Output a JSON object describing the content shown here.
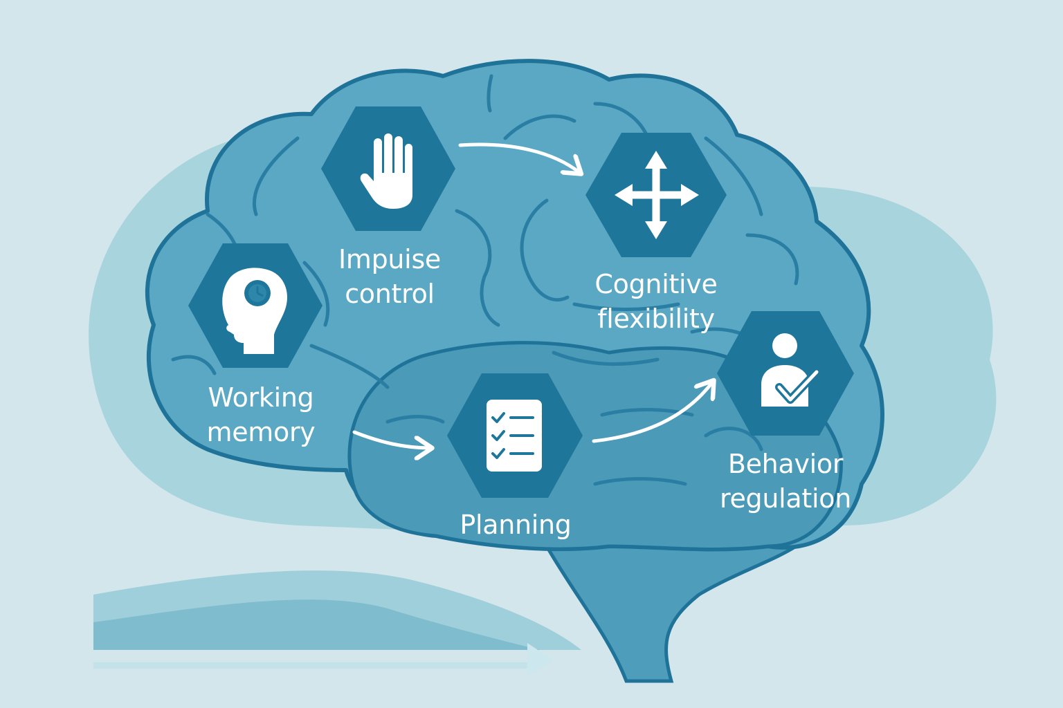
{
  "colors": {
    "background": "#d3e6ec",
    "backdrop_blob": "#9fcfdb",
    "brain_fill": "#4e9dbb",
    "brain_outline": "#1f7399",
    "hexagon": "#1e769a",
    "icon": "#ffffff",
    "arrow": "#ffffff"
  },
  "nodes": [
    {
      "id": "impulse-control",
      "icon": "raised-hand-icon",
      "lines": [
        "Impuise",
        "control"
      ]
    },
    {
      "id": "cognitive-flexibility",
      "icon": "four-way-arrows-icon",
      "lines": [
        "Cognitive",
        "flexibility"
      ]
    },
    {
      "id": "working-memory",
      "icon": "head-with-clock-icon",
      "lines": [
        "Working",
        "memory"
      ]
    },
    {
      "id": "planning",
      "icon": "checklist-icon",
      "lines": [
        "Planning"
      ]
    },
    {
      "id": "behavior-regulation",
      "icon": "person-check-icon",
      "lines": [
        "Behavior",
        "regulation"
      ]
    }
  ],
  "connections": [
    {
      "from": "impulse-control",
      "to": "cognitive-flexibility"
    },
    {
      "from": "working-memory",
      "to": "planning"
    },
    {
      "from": "planning",
      "to": "behavior-regulation"
    }
  ]
}
